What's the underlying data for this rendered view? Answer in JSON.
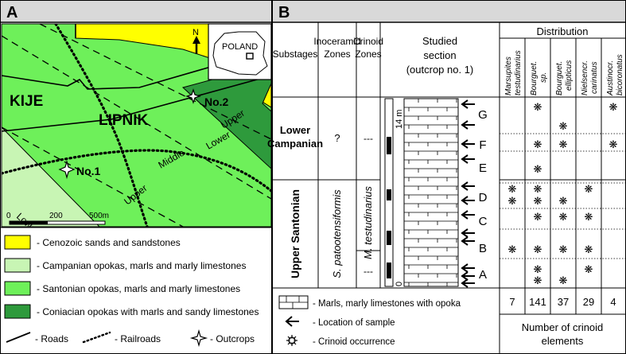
{
  "panelA": {
    "label": "A",
    "map": {
      "towns": [
        "KIJE",
        "LIPNIK"
      ],
      "outcrops": [
        "No.1",
        "No.2"
      ],
      "layer_labels": [
        "Upper",
        "Lower",
        "Middle",
        "Upper",
        "Lower"
      ],
      "north": "N",
      "inset_country": "POLAND",
      "scale": {
        "start": "0",
        "mid": "200",
        "end": "500m"
      }
    },
    "legend": [
      {
        "color": "#ffff00",
        "label": "- Cenozoic sands and sandstones"
      },
      {
        "color": "#c8f5b4",
        "label": "- Campanian opokas, marls and marly limestones"
      },
      {
        "color": "#6ef05a",
        "label": "- Santonian opokas, marls and marly limestones"
      },
      {
        "color": "#2e9a3c",
        "label": "- Coniacian opokas with marls and sandy limestones"
      }
    ],
    "legend_symbols": {
      "roads": "- Roads",
      "railroads": "- Railroads",
      "outcrops": "- Outcrops"
    },
    "colors": {
      "cenozoic": "#ffff00",
      "campanian": "#c8f5b4",
      "santonian": "#6ef05a",
      "coniacian": "#2e9a3c"
    }
  },
  "panelB": {
    "label": "B",
    "headers": {
      "substages": "Substages",
      "inoceramid_line1": "Inoceramid",
      "inoceramid_line2": "Zones",
      "crinoid_line1": "Crinoid",
      "crinoid_line2": "Zones",
      "section_line1": "Studied",
      "section_line2": "section",
      "section_line3": "(outcrop no. 1)",
      "distribution": "Distribution"
    },
    "taxa": [
      [
        "Marsupites",
        "testudinarius"
      ],
      [
        "Bourguet.",
        "sp."
      ],
      [
        "Bourguet.",
        "ellipticus"
      ],
      [
        "Nielsencr.",
        "carinatus"
      ],
      [
        "Austinocr.",
        "bicoronatus"
      ]
    ],
    "substages": [
      "Lower Campanian",
      "Upper Santonian"
    ],
    "lower_campanian_lines": [
      "Lower",
      "Campanian"
    ],
    "inoceramid_zones": [
      "?",
      "S. patootensiformis"
    ],
    "crinoid_zones": [
      "---",
      "M. testudinarius",
      "---"
    ],
    "section_scale": {
      "top": "14 m",
      "bottom": "0"
    },
    "beds": [
      "G",
      "F",
      "E",
      "D",
      "C",
      "B",
      "A"
    ],
    "totals": [
      "7",
      "141",
      "37",
      "29",
      "4"
    ],
    "key": {
      "marls": "- Marls, marly limestones with opoka",
      "sample": "- Location of sample",
      "crinoid": "- Crinoid occurrence"
    },
    "totals_caption": [
      "Number of crinoid",
      "elements"
    ],
    "occurrence_symbol": "❋"
  }
}
